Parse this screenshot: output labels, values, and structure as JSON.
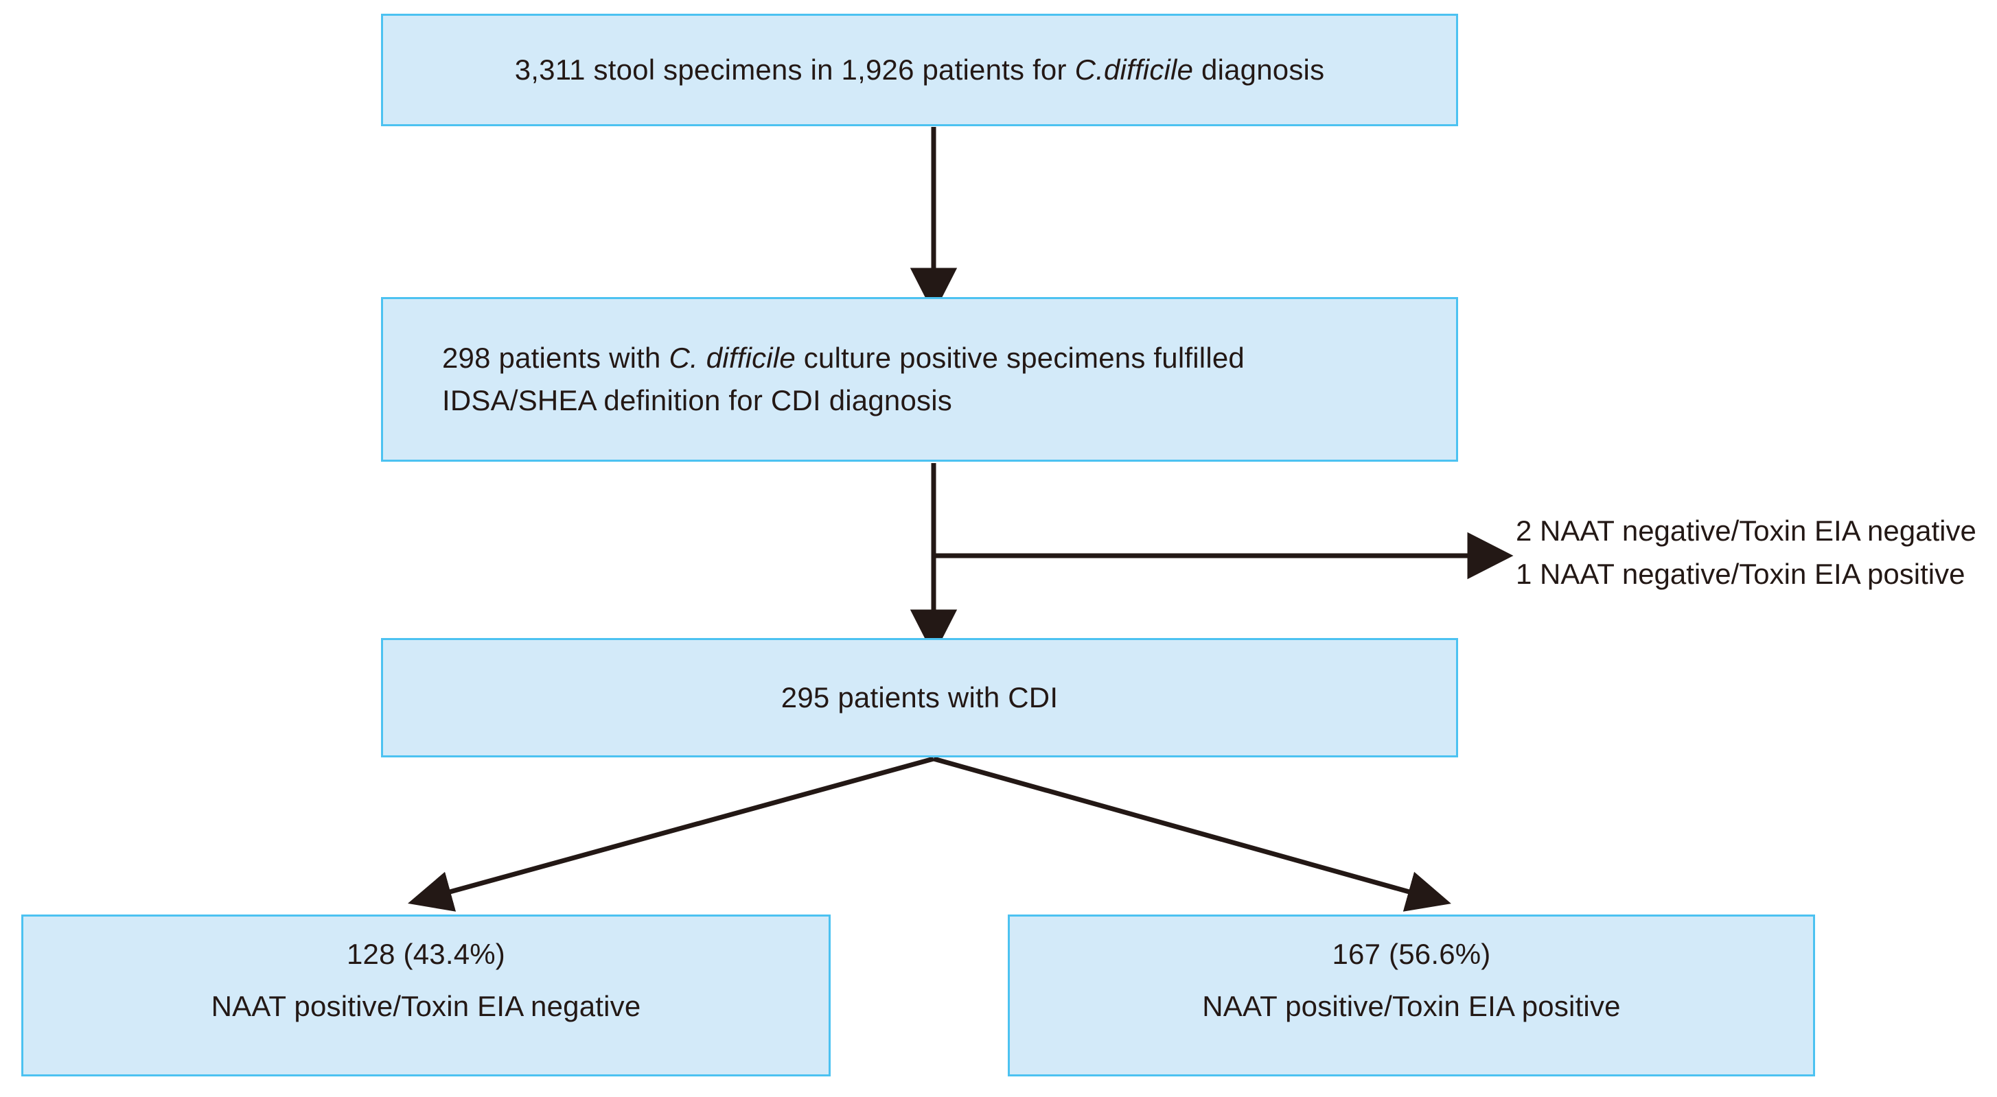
{
  "figure": {
    "type": "flowchart",
    "title": "Patient enrollment flow for C. difficile infection diagnosis",
    "colors": {
      "box_fill": "#d3eaf9",
      "box_border": "#4cc2f1",
      "text": "#231815",
      "arrow": "#231815",
      "background": "#ffffff"
    }
  },
  "nodes": {
    "specimens": {
      "id": "specimens",
      "text_plain": "3,311 stool specimens in 1,926 patients for C.difficile diagnosis",
      "segments": {
        "before": "3,311 stool specimens in 1,926 patients for ",
        "italic": "C.difficile",
        "after": " diagnosis"
      },
      "values": {
        "specimen_count": "3,311",
        "patient_count": "1,926"
      }
    },
    "definition": {
      "id": "definition",
      "line1_plain": "298 patients with C. difficile culture positive specimens fulfilled",
      "line1_segments": {
        "before": "298 patients with ",
        "italic": "C. difficile",
        "after": " culture positive specimens fulfilled"
      },
      "line2": "IDSA/SHEA definition for CDI diagnosis",
      "values": {
        "patient_count": "298",
        "guideline": "IDSA/SHEA"
      }
    },
    "cdi": {
      "id": "cdi",
      "text": "295 patients with CDI",
      "values": {
        "patient_count": "295"
      }
    },
    "naat_pos_toxin_neg": {
      "id": "naat_pos_toxin_neg",
      "count_line": "128 (43.4%)",
      "label_line": "NAAT positive/Toxin EIA negative",
      "values": {
        "count": 128,
        "percent": "43.4%"
      }
    },
    "naat_pos_toxin_pos": {
      "id": "naat_pos_toxin_pos",
      "count_line": "167 (56.6%)",
      "label_line": "NAAT positive/Toxin EIA positive",
      "values": {
        "count": 167,
        "percent": "56.6%"
      }
    }
  },
  "excluded_note": {
    "line1": "2 NAAT negative/Toxin EIA negative",
    "line2": "1 NAAT negative/Toxin EIA positive",
    "values": {
      "naat_neg_toxin_neg": 2,
      "naat_neg_toxin_pos": 1
    }
  },
  "edges": [
    {
      "id": "specimens-to-definition",
      "from": "specimens",
      "to": "definition",
      "style": "straight-down-arrow"
    },
    {
      "id": "definition-to-cdi",
      "from": "definition",
      "to": "cdi",
      "style": "straight-down-arrow"
    },
    {
      "id": "definition-to-excluded",
      "from": "definition",
      "to": "excluded_note",
      "style": "branch-right-arrow"
    },
    {
      "id": "cdi-to-naat-pos-toxin-neg",
      "from": "cdi",
      "to": "naat_pos_toxin_neg",
      "style": "diagonal-down-left-arrow"
    },
    {
      "id": "cdi-to-naat-pos-toxin-pos",
      "from": "cdi",
      "to": "naat_pos_toxin_pos",
      "style": "diagonal-down-right-arrow"
    }
  ]
}
